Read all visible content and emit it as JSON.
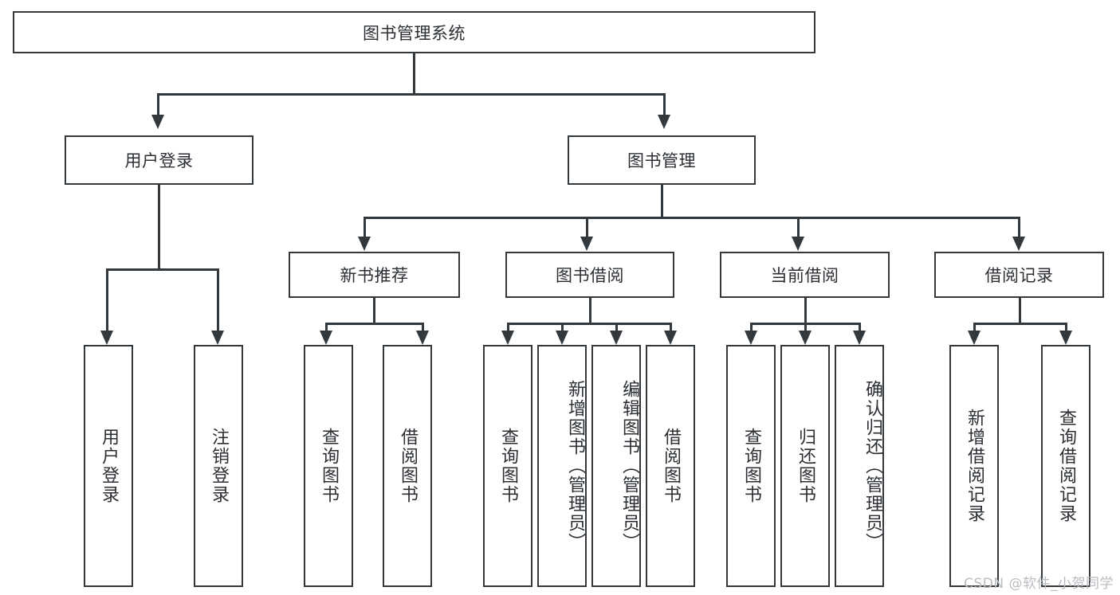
{
  "diagram": {
    "title_box": {
      "label": "图书管理系统"
    },
    "tier2": [
      {
        "id": "user-login",
        "label": "用户登录"
      },
      {
        "id": "book-management",
        "label": "图书管理"
      }
    ],
    "tier3": [
      {
        "id": "new-book-recommend",
        "label": "新书推荐"
      },
      {
        "id": "book-borrow",
        "label": "图书借阅"
      },
      {
        "id": "current-borrow",
        "label": "当前借阅"
      },
      {
        "id": "borrow-record",
        "label": "借阅记录"
      }
    ],
    "leaves": {
      "user_login": [
        {
          "id": "leaf-user-login",
          "label": "用户登录"
        },
        {
          "id": "leaf-logout-login",
          "label": "注销登录"
        }
      ],
      "new_book_recommend": [
        {
          "id": "leaf-query-book-1",
          "label": "查询图书"
        },
        {
          "id": "leaf-borrow-book-1",
          "label": "借阅图书"
        }
      ],
      "book_borrow": [
        {
          "id": "leaf-query-book-2",
          "label": "查询图书"
        },
        {
          "id": "leaf-add-book",
          "label": "新增图书（管理员）"
        },
        {
          "id": "leaf-edit-book",
          "label": "编辑图书（管理员）"
        },
        {
          "id": "leaf-borrow-book-2",
          "label": "借阅图书"
        }
      ],
      "current_borrow": [
        {
          "id": "leaf-query-book-3",
          "label": "查询图书"
        },
        {
          "id": "leaf-return-book",
          "label": "归还图书"
        },
        {
          "id": "leaf-confirm-return",
          "label": "确认归还（管理员）"
        }
      ],
      "borrow_record": [
        {
          "id": "leaf-add-borrow-record",
          "label": "新增借阅记录"
        },
        {
          "id": "leaf-query-borrow-record",
          "label": "查询借阅记录"
        }
      ]
    }
  },
  "watermark": {
    "text": "CSDN @软件_小贺同学"
  },
  "colors": {
    "stroke": "#33383d",
    "text": "#2b2f33",
    "background": "#ffffff",
    "watermark": "#b9bcc0"
  }
}
